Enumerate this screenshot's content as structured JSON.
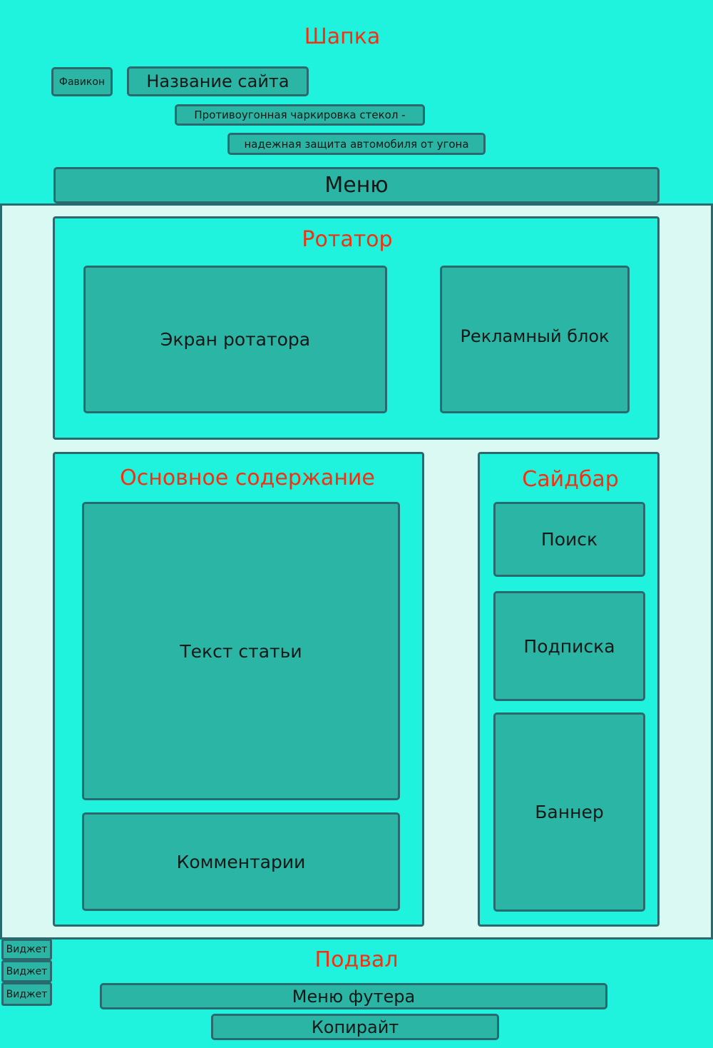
{
  "header": {
    "title": "Шапка",
    "favicon": "Фавикон",
    "site_name": "Название сайта",
    "slogan_line1": "Противоугонная чаркировка стекол -",
    "slogan_line2": "надежная защита автомобиля от угона",
    "menu": "Меню"
  },
  "rotator": {
    "title": "Ротатор",
    "screen": "Экран ротатора",
    "ad_block": "Рекламный блок"
  },
  "main": {
    "title": "Основное содержание",
    "article_text": "Текст статьи",
    "comments": "Комментарии"
  },
  "sidebar": {
    "title": "Сайдбар",
    "search": "Поиск",
    "subscription": "Подписка",
    "banner": "Баннер"
  },
  "footer": {
    "title": "Подвал",
    "widgets": [
      "Виджет",
      "Виджет",
      "Виджет"
    ],
    "menu": "Меню футера",
    "copyright": "Копирайт"
  },
  "colors": {
    "region_fill": "#1ff3dd",
    "block_fill": "#2bb5a4",
    "title_text": "#f52f10",
    "border": "#2a6a6f",
    "page_background": "#daf9f3"
  }
}
